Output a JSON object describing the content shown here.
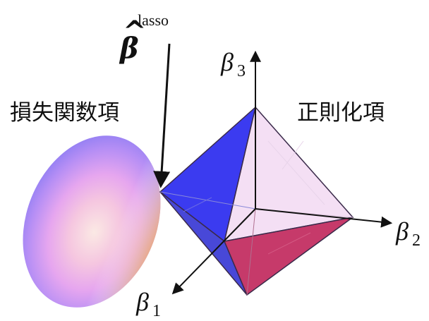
{
  "labels": {
    "loss_term": "損失関数項",
    "regularization_term": "正則化項",
    "beta_hat": "β",
    "beta_hat_accent": "^",
    "beta_hat_superscript": "lasso",
    "axis_beta1": "β",
    "axis_beta1_sub": "1",
    "axis_beta2": "β",
    "axis_beta2_sub": "2",
    "axis_beta3": "β",
    "axis_beta3_sub": "3"
  },
  "colors": {
    "face_left_top": "#3d3df2",
    "face_front": "#5a5ae6",
    "face_right_top": "#f4dff4",
    "face_right_bottom": "#c63a6a",
    "face_bottom_left": "#a0506e",
    "edge": "#3a2a4a"
  }
}
